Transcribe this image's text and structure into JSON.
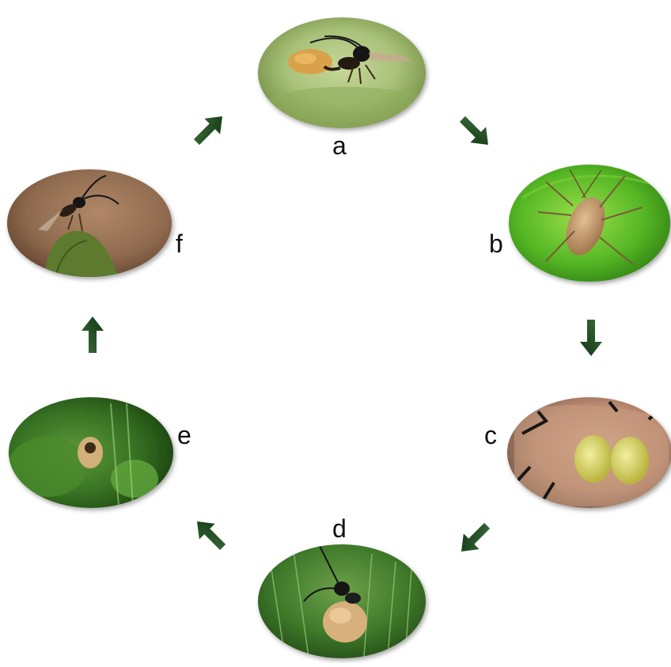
{
  "diagram": {
    "stages": [
      {
        "id": "a",
        "label": "a",
        "depicts": "adult-wasp-ovipositing-into-aphid"
      },
      {
        "id": "b",
        "label": "b",
        "depicts": "parasitized-aphid-on-leaf"
      },
      {
        "id": "c",
        "label": "c",
        "depicts": "dissected-aphid-with-larva"
      },
      {
        "id": "d",
        "label": "d",
        "depicts": "wasp-on-aphid-mummy-on-hairy-leaf"
      },
      {
        "id": "e",
        "label": "e",
        "depicts": "empty-mummy-with-emergence-hole"
      },
      {
        "id": "f",
        "label": "f",
        "depicts": "adult-wasp-emerged-on-mummy"
      }
    ],
    "arrow_color": "#1f4d1f"
  }
}
